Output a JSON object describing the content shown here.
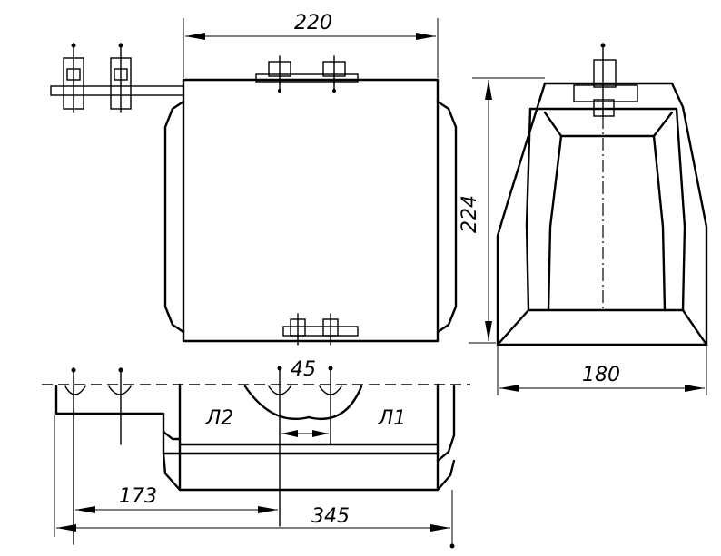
{
  "diagram": {
    "dimensions": {
      "width_top": "220",
      "height_side": "224",
      "width_side": "180",
      "terminal_spacing": "45",
      "offset_bottom": "173",
      "length_bottom": "345"
    },
    "labels": {
      "terminal_left": "Л2",
      "terminal_right": "Л1"
    }
  }
}
